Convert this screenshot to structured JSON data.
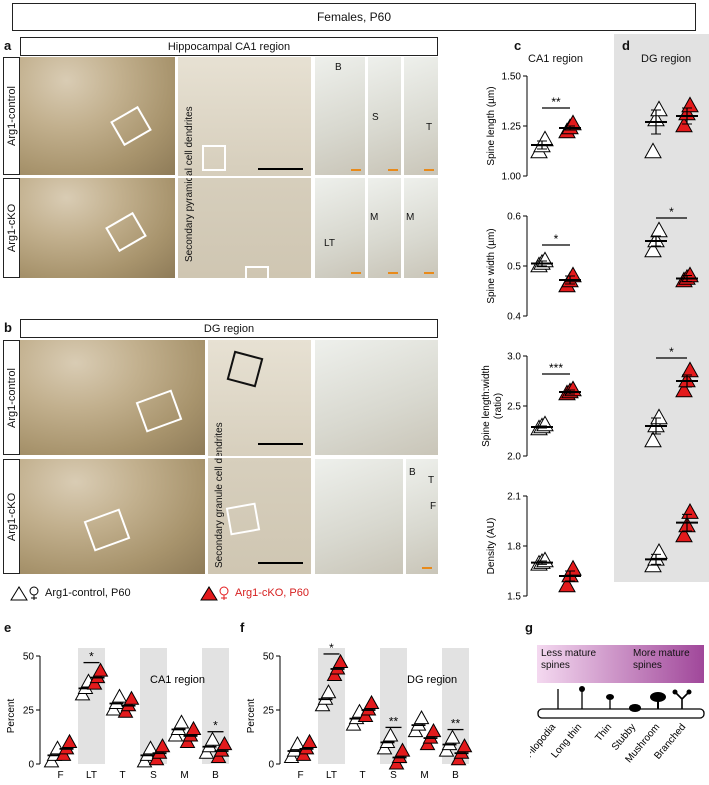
{
  "banner": "Females, P60",
  "panel_letters": {
    "a": "a",
    "b": "b",
    "c": "c",
    "d": "d",
    "e": "e",
    "f": "f",
    "g": "g"
  },
  "panel_a": {
    "title": "Hippocampal CA1 region",
    "row1_label": "Arg1-control",
    "row2_label": "Arg1-cKO",
    "dendrite_label": "Secondary pyramidal cell dendrites",
    "spine_letters_row1": [
      "B",
      "S",
      "T"
    ],
    "spine_letters_row2": [
      "LT",
      "M",
      "M"
    ]
  },
  "panel_b": {
    "title": "DG region",
    "row1_label": "Arg1-control",
    "row2_label": "Arg1-cKO",
    "dendrite_label": "Secondary granule cell dendrites",
    "spine_letters_row2": [
      "B",
      "T",
      "F"
    ]
  },
  "legend": {
    "control": "Arg1-control, P60",
    "cko": "Arg1-cKO, P60"
  },
  "colors": {
    "control": "#ffffff",
    "cko": "#e31a1c",
    "gray_band": "#e2e2e2",
    "gradient_start": "#f4d9f0",
    "gradient_end": "#a0479a"
  },
  "panel_g": {
    "less_mature": "Less mature spines",
    "more_mature": "More mature spines",
    "types": [
      "Filopodia",
      "Long thin",
      "Thin",
      "Stubby",
      "Mushroom",
      "Branched"
    ]
  },
  "chart_data": [
    {
      "id": "c1",
      "type": "scatter",
      "title": "CA1 region",
      "ylabel": "Spine length (µm)",
      "ylim": [
        1.0,
        1.5
      ],
      "yticks": [
        "1.00",
        "1.25",
        "1.50"
      ],
      "series": [
        {
          "group": "CA1",
          "name": "Arg1-control",
          "values": [
            1.12,
            1.15,
            1.18
          ],
          "mean": 1.155,
          "sem": 0.02
        },
        {
          "group": "CA1",
          "name": "Arg1-cKO",
          "values": [
            1.22,
            1.24,
            1.26
          ],
          "mean": 1.24,
          "sem": 0.01
        },
        {
          "group": "DG",
          "name": "Arg1-control",
          "values": [
            1.12,
            1.28,
            1.33
          ],
          "mean": 1.27,
          "sem": 0.06
        },
        {
          "group": "DG",
          "name": "Arg1-cKO",
          "values": [
            1.25,
            1.31,
            1.35
          ],
          "mean": 1.3,
          "sem": 0.04
        }
      ],
      "significance": [
        {
          "group": "CA1",
          "label": "**"
        }
      ]
    },
    {
      "id": "c2",
      "type": "scatter",
      "ylabel": "Spine width (µm)",
      "ylim": [
        0.4,
        0.6
      ],
      "yticks": [
        "0.4",
        "0.5",
        "0.6"
      ],
      "series": [
        {
          "group": "CA1",
          "name": "Arg1-control",
          "values": [
            0.5,
            0.505,
            0.51
          ],
          "mean": 0.505,
          "sem": 0.005
        },
        {
          "group": "CA1",
          "name": "Arg1-cKO",
          "values": [
            0.46,
            0.47,
            0.48
          ],
          "mean": 0.472,
          "sem": 0.008
        },
        {
          "group": "DG",
          "name": "Arg1-control",
          "values": [
            0.53,
            0.55,
            0.57
          ],
          "mean": 0.55,
          "sem": 0.01
        },
        {
          "group": "DG",
          "name": "Arg1-cKO",
          "values": [
            0.47,
            0.475,
            0.48
          ],
          "mean": 0.475,
          "sem": 0.006
        }
      ],
      "significance": [
        {
          "group": "CA1",
          "label": "*"
        },
        {
          "group": "DG",
          "label": "*"
        }
      ]
    },
    {
      "id": "c3",
      "type": "scatter",
      "ylabel": "Spine length:width (ratio)",
      "ylim": [
        2.0,
        3.0
      ],
      "yticks": [
        "2.0",
        "2.5",
        "3.0"
      ],
      "series": [
        {
          "group": "CA1",
          "name": "Arg1-control",
          "values": [
            2.27,
            2.29,
            2.31
          ],
          "mean": 2.29,
          "sem": 0.01
        },
        {
          "group": "CA1",
          "name": "Arg1-cKO",
          "values": [
            2.62,
            2.64,
            2.66
          ],
          "mean": 2.64,
          "sem": 0.02
        },
        {
          "group": "DG",
          "name": "Arg1-control",
          "values": [
            2.15,
            2.3,
            2.38
          ],
          "mean": 2.3,
          "sem": 0.08
        },
        {
          "group": "DG",
          "name": "Arg1-cKO",
          "values": [
            2.65,
            2.75,
            2.85
          ],
          "mean": 2.75,
          "sem": 0.06
        }
      ],
      "significance": [
        {
          "group": "CA1",
          "label": "***"
        },
        {
          "group": "DG",
          "label": "*"
        }
      ]
    },
    {
      "id": "c4",
      "type": "scatter",
      "ylabel": "Density (AU)",
      "ylim": [
        1.5,
        2.1
      ],
      "yticks": [
        "1.5",
        "1.8",
        "2.1"
      ],
      "series": [
        {
          "group": "CA1",
          "name": "Arg1-control",
          "values": [
            1.69,
            1.7,
            1.71
          ],
          "mean": 1.7,
          "sem": 0.01
        },
        {
          "group": "CA1",
          "name": "Arg1-cKO",
          "values": [
            1.56,
            1.62,
            1.66
          ],
          "mean": 1.62,
          "sem": 0.03
        },
        {
          "group": "DG",
          "name": "Arg1-control",
          "values": [
            1.68,
            1.72,
            1.76
          ],
          "mean": 1.72,
          "sem": 0.03
        },
        {
          "group": "DG",
          "name": "Arg1-cKO",
          "values": [
            1.86,
            1.92,
            2.0
          ],
          "mean": 1.94,
          "sem": 0.05
        }
      ],
      "significance": []
    },
    {
      "id": "e",
      "type": "scatter",
      "title": "CA1 region",
      "ylabel": "Percent",
      "ylim": [
        0,
        50
      ],
      "yticks": [
        "0",
        "25",
        "50"
      ],
      "categories": [
        "F",
        "LT",
        "T",
        "S",
        "M",
        "B"
      ],
      "series": [
        {
          "name": "Arg1-control",
          "means": [
            4,
            35,
            28,
            4,
            16,
            8
          ]
        },
        {
          "name": "Arg1-cKO",
          "means": [
            7,
            40,
            27,
            5,
            13,
            6
          ]
        }
      ],
      "significance": [
        {
          "category": "LT",
          "label": "*"
        },
        {
          "category": "B",
          "label": "*"
        }
      ]
    },
    {
      "id": "f",
      "type": "scatter",
      "title": "DG region",
      "ylabel": "Percent",
      "ylim": [
        0,
        50
      ],
      "yticks": [
        "0",
        "25",
        "50"
      ],
      "categories": [
        "F",
        "LT",
        "T",
        "S",
        "M",
        "B"
      ],
      "series": [
        {
          "name": "Arg1-control",
          "means": [
            6,
            30,
            21,
            10,
            18,
            9
          ]
        },
        {
          "name": "Arg1-cKO",
          "means": [
            7,
            44,
            25,
            3,
            12,
            5
          ]
        }
      ],
      "significance": [
        {
          "category": "LT",
          "label": "*"
        },
        {
          "category": "S",
          "label": "**"
        },
        {
          "category": "B",
          "label": "**"
        }
      ]
    }
  ]
}
